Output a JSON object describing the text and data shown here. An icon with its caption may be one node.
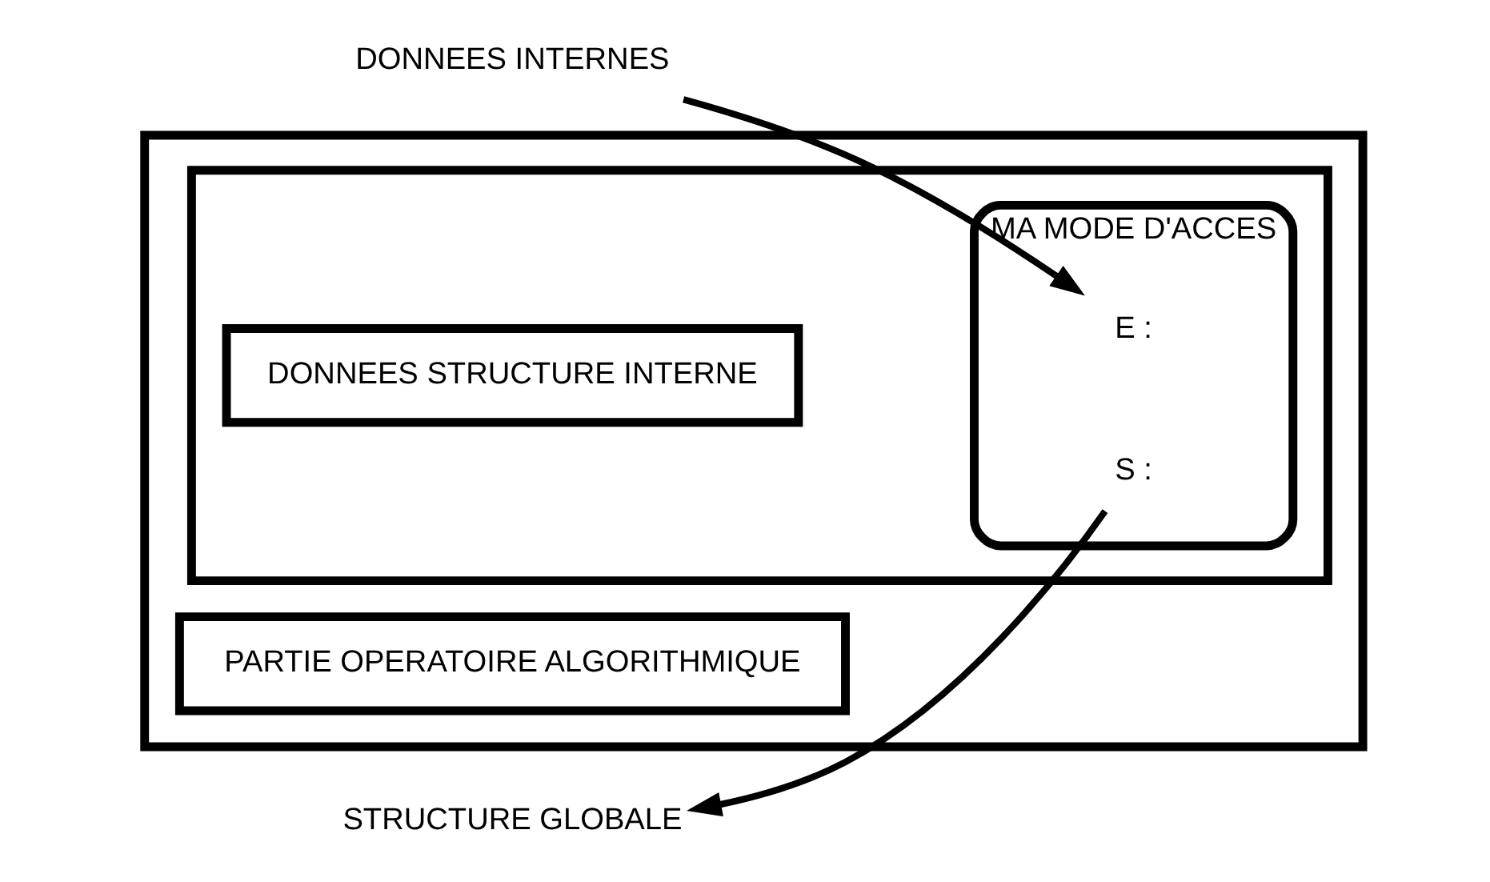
{
  "diagram": {
    "nodes": [
      {
        "text": [],
        "shape": "box"
      },
      {
        "text": [],
        "shape": "box",
        "in": 0
      },
      {
        "text": [
          "MA MODE D'ACCES"
        ],
        "in": 1
      },
      {
        "text": [
          "E :"
        ],
        "in": 2
      },
      {
        "text": [
          "S :"
        ],
        "in": 2
      },
      {
        "text": [
          "DONNEES STRUCTURE INTERNE"
        ],
        "in": 1
      },
      {
        "text": [
          "PARTIE OPERATOIRE ALGORITHMIQUE"
        ],
        "in": 0
      },
      {
        "text": [
          "DONNEES INTERNES"
        ]
      },
      {
        "text": [
          "STRUCTURE GLOBALE"
        ]
      }
    ],
    "edges": [
      {
        "from": 7,
        "to": 3,
        "arrow": "to"
      },
      {
        "from": 4,
        "to": 8,
        "arrow": "to"
      }
    ]
  }
}
